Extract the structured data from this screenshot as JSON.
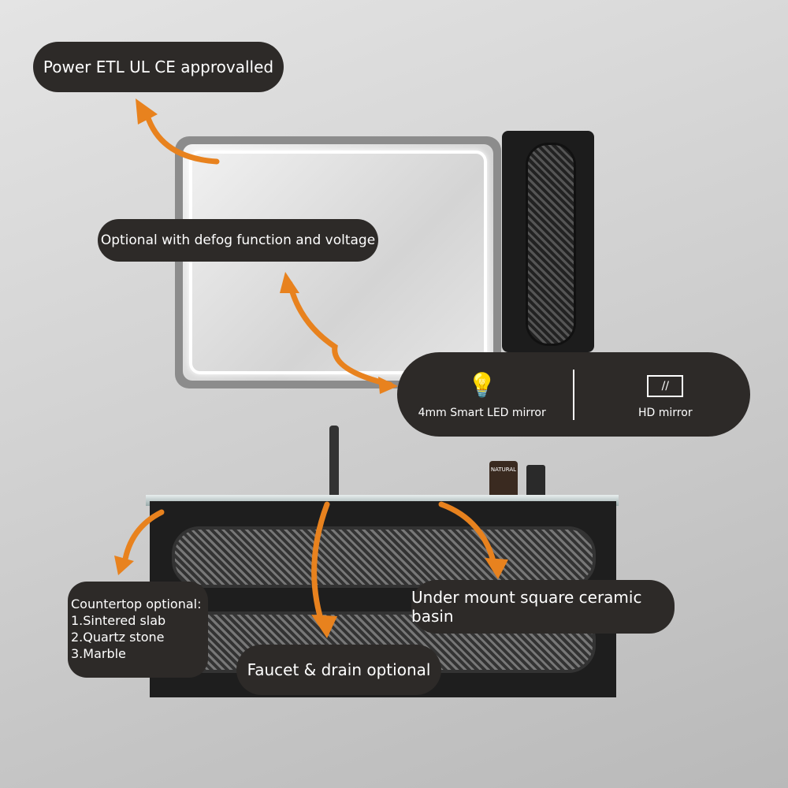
{
  "callouts": {
    "power": "Power ETL  UL CE approvalled",
    "defog": "Optional with defog function and voltage",
    "basin": "Under mount square ceramic basin",
    "faucet": "Faucet & drain optional",
    "countertop": {
      "title": "Countertop optional:",
      "items": [
        "1.Sintered slab",
        "2.Quartz stone",
        "3.Marble"
      ]
    }
  },
  "features": [
    {
      "icon": "lightbulb-icon",
      "label": "4mm Smart LED mirror"
    },
    {
      "icon": "mirror-icon",
      "label": "HD mirror"
    }
  ],
  "product_label": "NATURAL",
  "colors": {
    "pill": "#2d2a28",
    "arrow": "#e8821e"
  }
}
